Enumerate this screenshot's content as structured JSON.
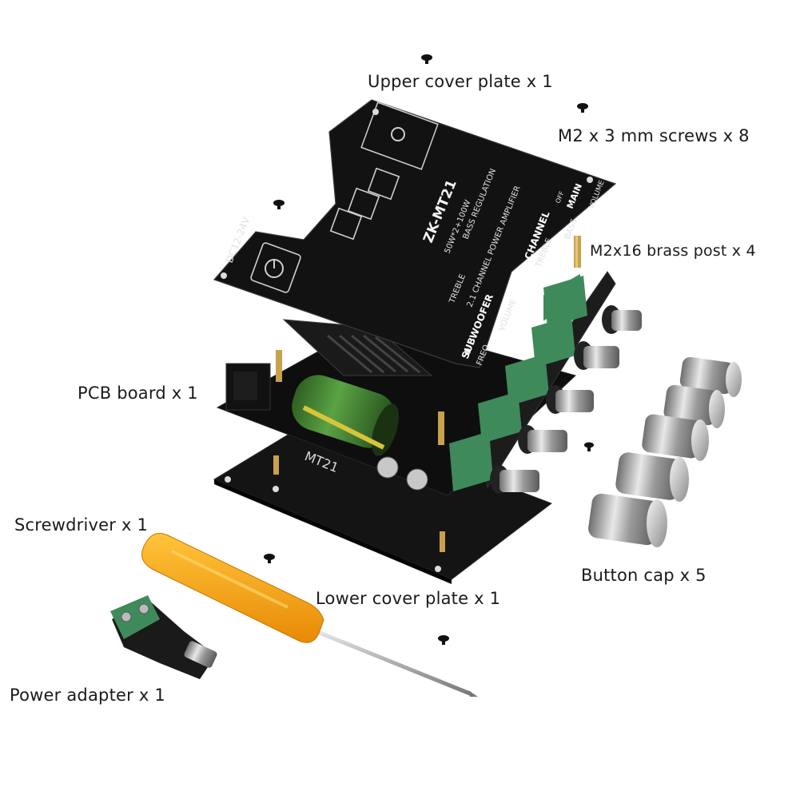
{
  "labels": {
    "upper_cover": "Upper cover plate x 1",
    "screws": "M2 x 3 mm screws x 8",
    "brass_post": "M2x16 brass post x 4",
    "pcb": "PCB board x 1",
    "screwdriver": "Screwdriver x 1",
    "button_cap": "Button cap x 5",
    "lower_cover": "Lower cover plate x 1",
    "power_adapter": "Power adapter x 1"
  },
  "board_print": {
    "model": "ZK-MT21",
    "spec_line1": "50W*2+100W",
    "spec_line2": "BASS REGULATION",
    "spec_line3": "2.1 CHANNEL POWER AMPLIFIER",
    "input_voltage": "DC12-24V",
    "subwoofer": "SUBWOOFER",
    "rl_channel": "R&L CHANNEL",
    "freq": "FREQ",
    "volume": "VOLUME",
    "treble": "TREBLE",
    "bass": "BASS",
    "main": "MAIN",
    "volume_main": "VOLUME",
    "off": "OFF",
    "lower_model": "MT21"
  },
  "colors": {
    "board_black": "#121212",
    "pcb_green_cap": "#3d7a2e",
    "screwdriver_orange": "#f6a514",
    "terminal_green": "#3f8a5a",
    "brass": "#c9a14a"
  }
}
